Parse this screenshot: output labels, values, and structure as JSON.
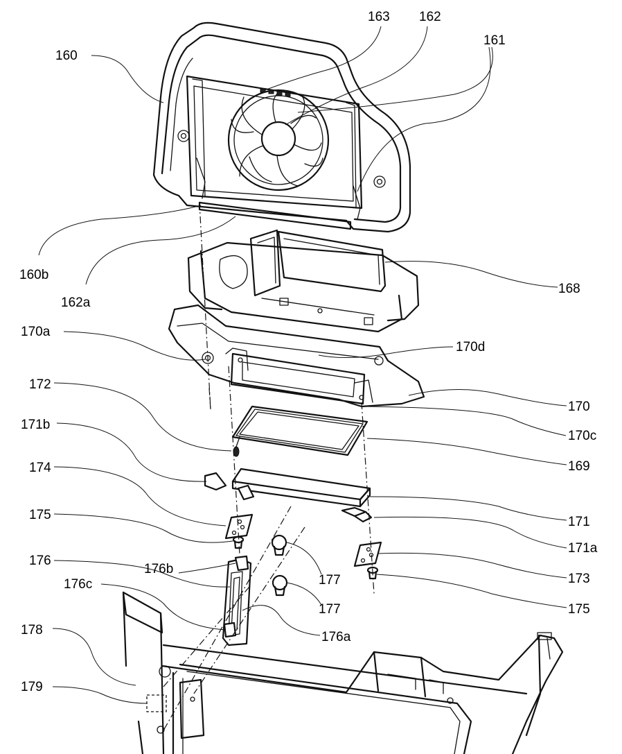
{
  "labels": {
    "l160": "160",
    "l163": "163",
    "l162": "162",
    "l161": "161",
    "l160b": "160b",
    "l162a": "162a",
    "l168": "168",
    "l170a": "170a",
    "l170d": "170d",
    "l172": "172",
    "l170": "170",
    "l171b": "171b",
    "l170c": "170c",
    "l169": "169",
    "l174": "174",
    "l171": "171",
    "l175a": "175",
    "l171a": "171a",
    "l176": "176",
    "l176b": "176b",
    "l177a": "177",
    "l173": "173",
    "l176c": "176c",
    "l177b": "177",
    "l175b": "175",
    "l176a": "176a",
    "l178": "178",
    "l179": "179"
  }
}
